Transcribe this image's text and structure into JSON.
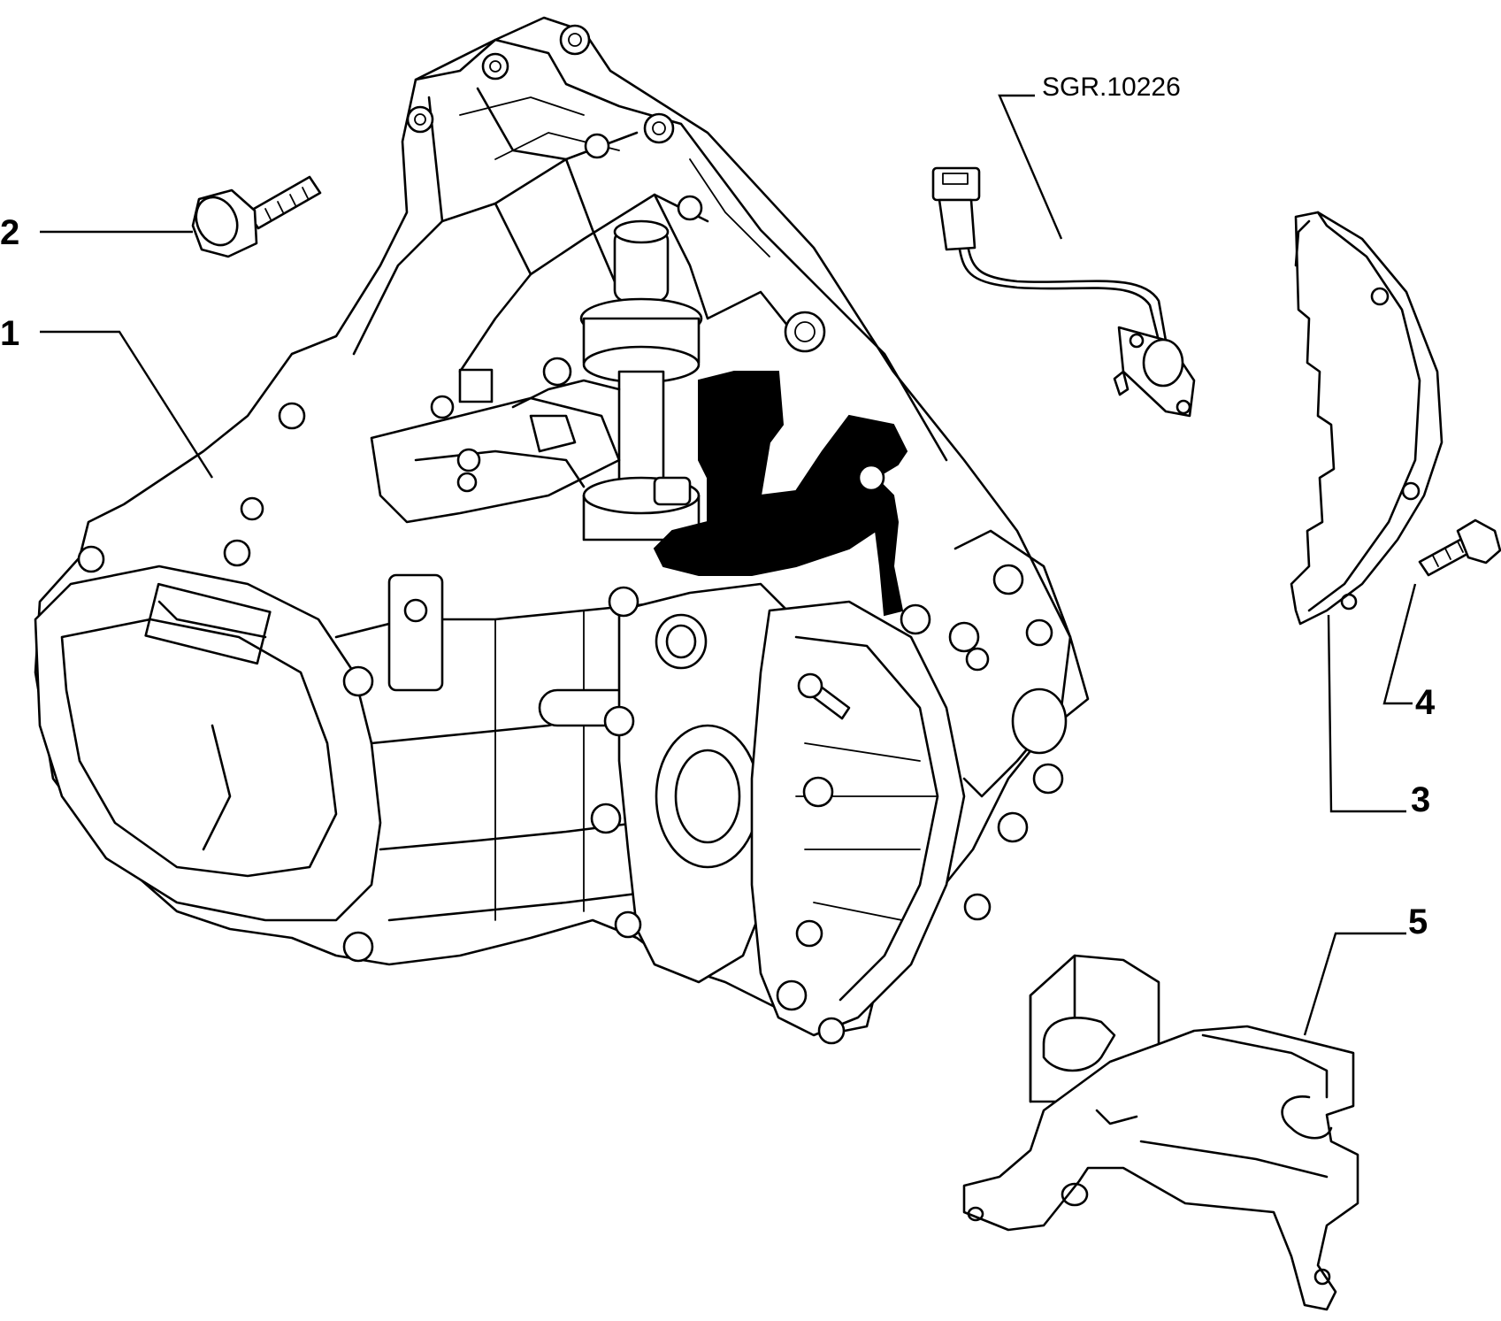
{
  "diagram": {
    "reference_code": "SGR.10226",
    "callouts": [
      {
        "id": "1",
        "label": "1"
      },
      {
        "id": "2",
        "label": "2"
      },
      {
        "id": "3",
        "label": "3"
      },
      {
        "id": "4",
        "label": "4"
      },
      {
        "id": "5",
        "label": "5"
      }
    ],
    "colors": {
      "line": "#000000",
      "background": "#ffffff"
    }
  }
}
